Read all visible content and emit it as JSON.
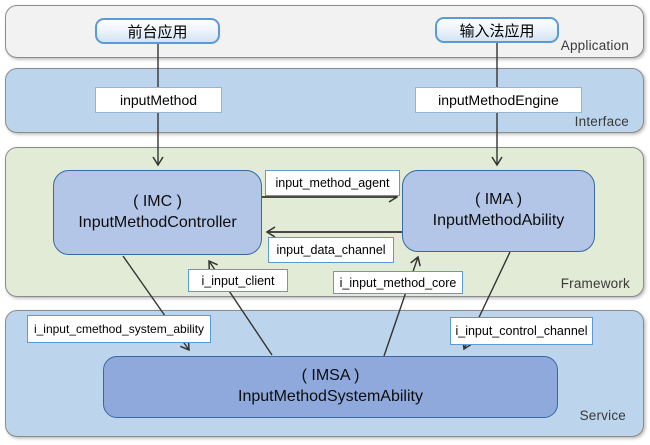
{
  "layers": {
    "application": {
      "label": "Application"
    },
    "interface": {
      "label": "Interface"
    },
    "framework": {
      "label": "Framework"
    },
    "service": {
      "label": "Service"
    }
  },
  "nodes": {
    "frontend_app": {
      "label": "前台应用"
    },
    "ime_app": {
      "label": "输入法应用"
    },
    "input_method": {
      "label": "inputMethod"
    },
    "input_method_engine": {
      "label": "inputMethodEngine"
    },
    "imc": {
      "abbr": "( IMC )",
      "name": "InputMethodController"
    },
    "ima": {
      "abbr": "( IMA )",
      "name": "InputMethodAbility"
    },
    "imsa": {
      "abbr": "( IMSA )",
      "name": "InputMethodSystemAbility"
    }
  },
  "edges": {
    "input_method_agent": {
      "label": "input_method_agent"
    },
    "input_data_channel": {
      "label": "input_data_channel"
    },
    "i_input_client": {
      "label": "i_input_client"
    },
    "i_input_method_core": {
      "label": "i_input_method_core"
    },
    "i_input_cmethod_system_ability": {
      "label": "i_input_cmethod_system_ability"
    },
    "i_input_control_channel": {
      "label": "i_input_control_channel"
    }
  },
  "colors": {
    "application_band_fill": "#f2f2f2",
    "interface_band_fill": "#bcd5ec",
    "framework_band_fill": "#e1ebd5",
    "service_band_fill": "#bcd5ec",
    "band_border": "#8c8c8c",
    "node_fill": "#b3c6e7",
    "imsa_fill": "#8fa9dc",
    "node_border": "#39699e",
    "accent_border": "#5b9bd5",
    "arrow_color": "#333333"
  }
}
